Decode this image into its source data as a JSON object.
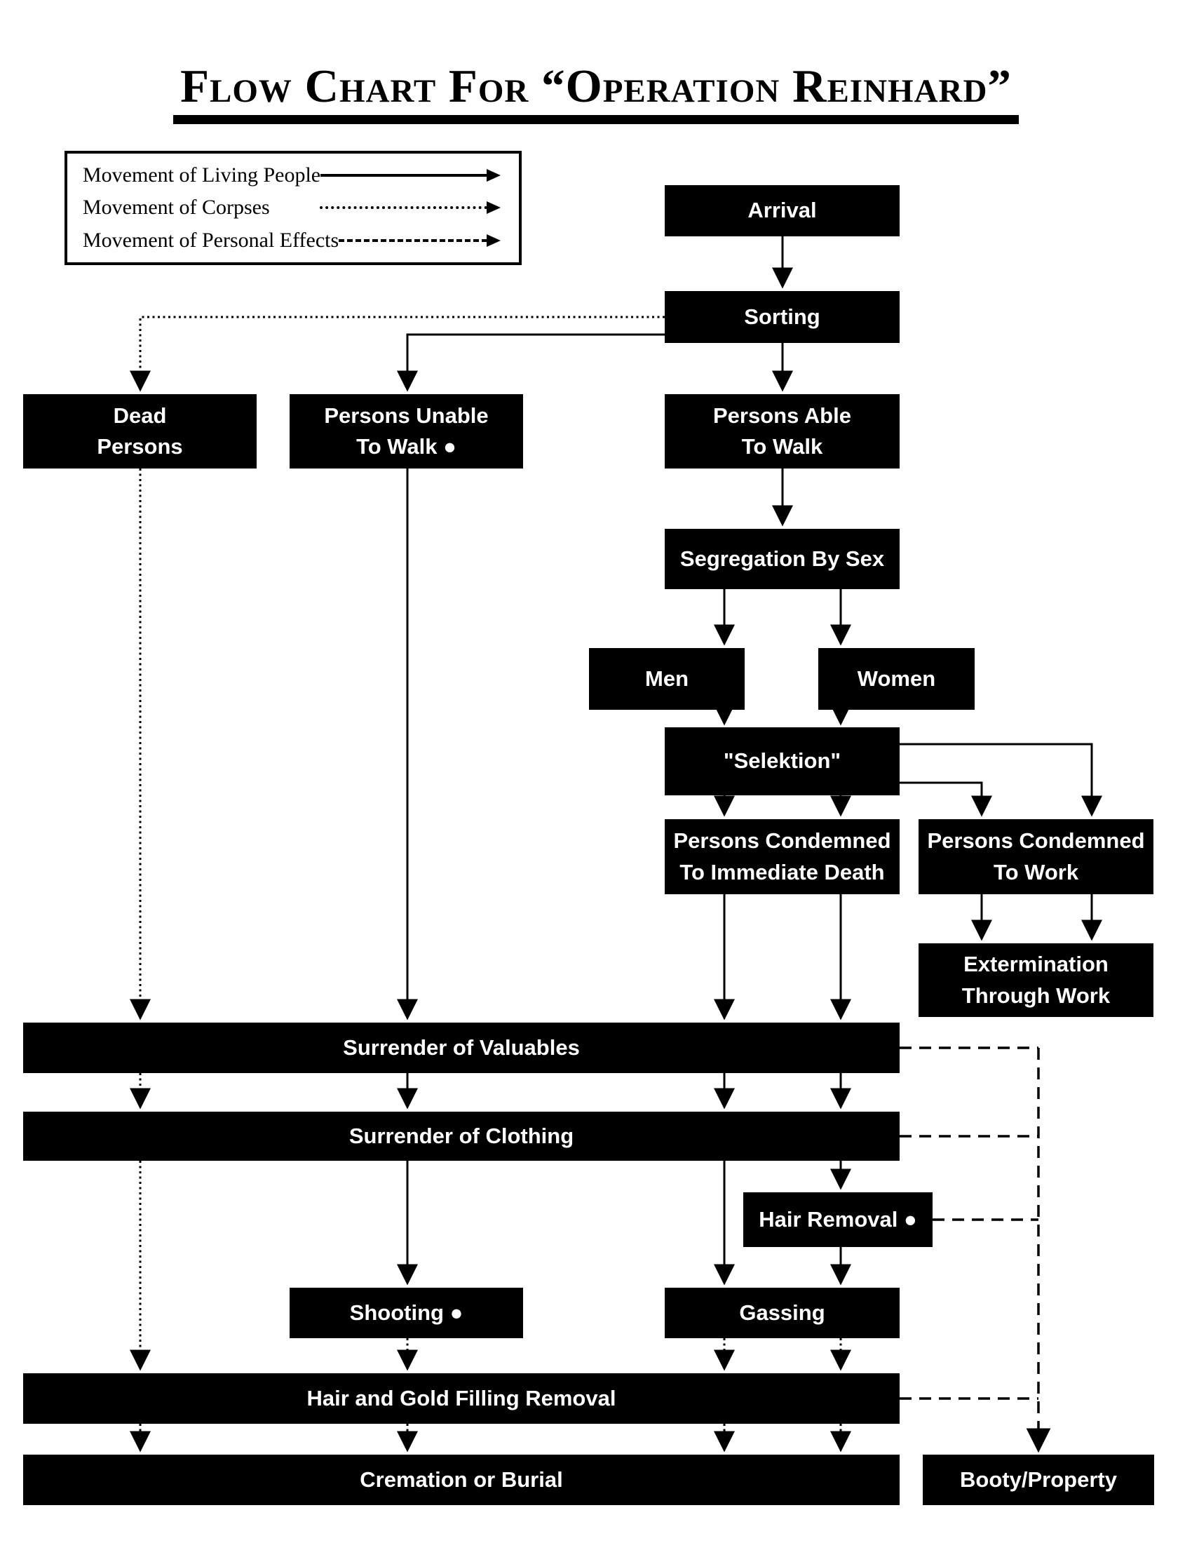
{
  "title": "Flow Chart For “Operation Reinhard”",
  "legend": {
    "items": [
      {
        "label": "Movement of Living People",
        "style": "solid",
        "icon": "solid-arrow-icon"
      },
      {
        "label": "Movement of Corpses",
        "style": "dotted",
        "icon": "dotted-arrow-icon"
      },
      {
        "label": "Movement of Personal Effects",
        "style": "dashed",
        "icon": "dashed-arrow-icon"
      }
    ]
  },
  "nodes": {
    "arrival": "Arrival",
    "sorting": "Sorting",
    "dead_persons": "Dead\nPersons",
    "persons_unable": "Persons Unable\nTo Walk ●",
    "persons_able": "Persons Able\nTo Walk",
    "segregation": "Segregation By Sex",
    "men": "Men",
    "women": "Women",
    "selektion": "\"Selektion\"",
    "condemned_death": "Persons Condemned\nTo Immediate Death",
    "condemned_work": "Persons Condemned\nTo Work",
    "extermination": "Extermination\nThrough Work",
    "surrender_valuables": "Surrender of Valuables",
    "surrender_clothing": "Surrender of Clothing",
    "hair_removal": "Hair Removal ●",
    "shooting": "Shooting ●",
    "gassing": "Gassing",
    "hair_gold_removal": "Hair and Gold Filling Removal",
    "cremation": "Cremation or Burial",
    "booty": "Booty/Property"
  },
  "colors": {
    "node_background": "#000000",
    "node_text": "#ffffff",
    "line": "#000000",
    "page_background": "#ffffff"
  }
}
